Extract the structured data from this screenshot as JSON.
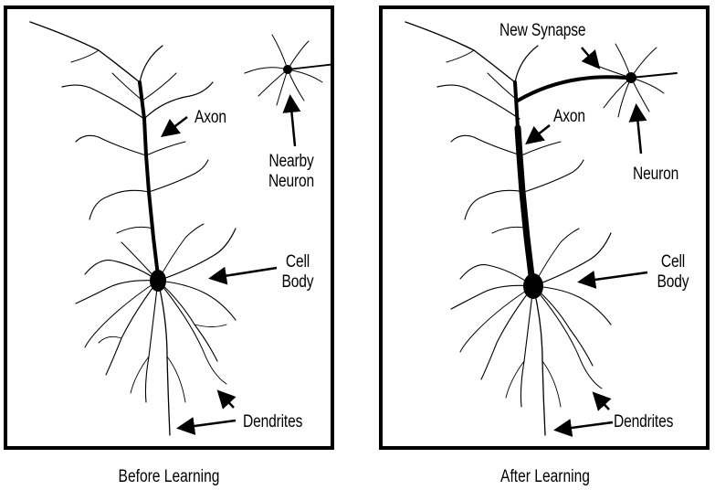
{
  "before": {
    "caption": "Before Learning",
    "labels": {
      "axon": "Axon",
      "nearby_neuron": "Nearby\nNeuron",
      "cell_body": "Cell\nBody",
      "dendrites": "Dendrites"
    }
  },
  "after": {
    "caption": "After Learning",
    "labels": {
      "new_synapse": "New Synapse",
      "axon": "Axon",
      "neuron": "Neuron",
      "cell_body": "Cell\nBody",
      "dendrites": "Dendrites"
    }
  },
  "colors": {
    "ink": "#000000",
    "background": "#ffffff"
  }
}
